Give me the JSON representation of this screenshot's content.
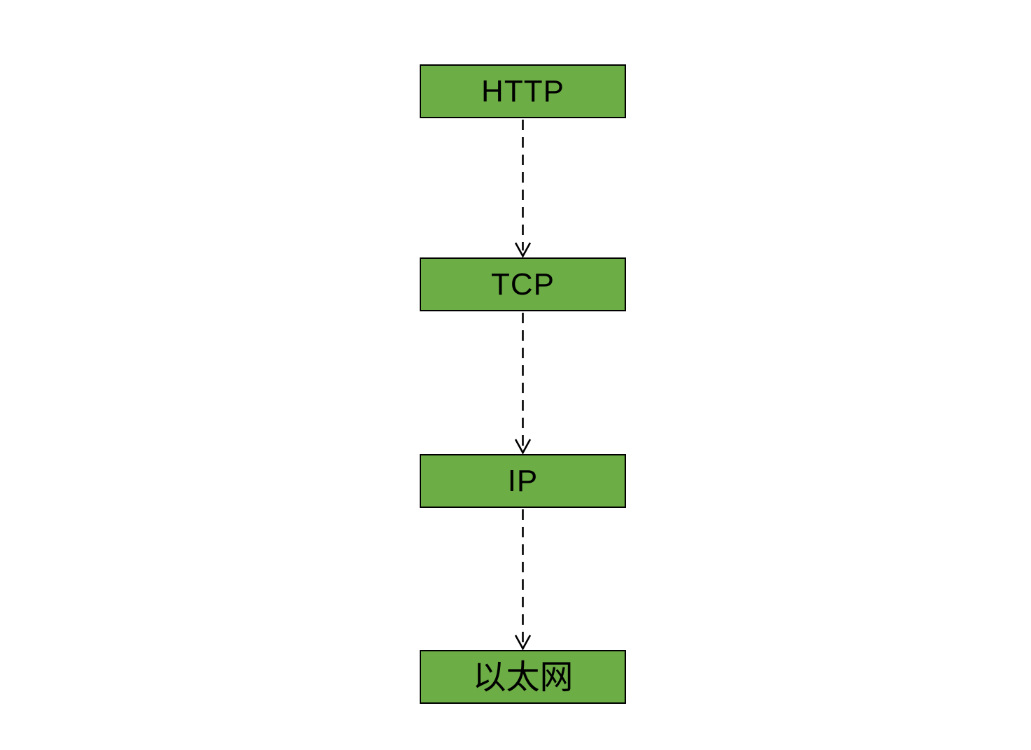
{
  "diagram": {
    "title": "protocol-stack-flow",
    "background_color": "#ffffff",
    "node_fill_color": "#6cad45",
    "node_border_color": "#000000",
    "text_color": "#000000",
    "nodes": [
      {
        "id": "http",
        "label": "HTTP"
      },
      {
        "id": "tcp",
        "label": "TCP"
      },
      {
        "id": "ip",
        "label": "IP"
      },
      {
        "id": "ethernet",
        "label": "以太网"
      }
    ],
    "edges": [
      {
        "from": "HTTP",
        "to": "TCP",
        "line_style": "dashed",
        "arrowhead": "open"
      },
      {
        "from": "TCP",
        "to": "IP",
        "line_style": "dashed",
        "arrowhead": "open"
      },
      {
        "from": "IP",
        "to": "以太网",
        "line_style": "dashed",
        "arrowhead": "open"
      }
    ]
  }
}
